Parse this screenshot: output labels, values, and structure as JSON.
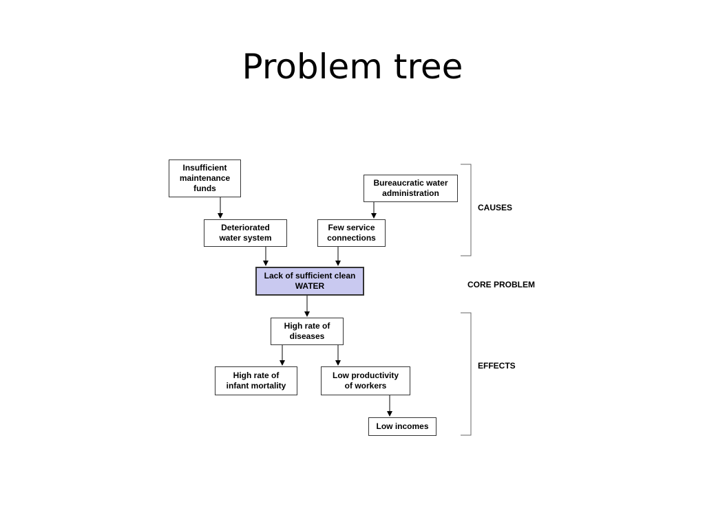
{
  "slide": {
    "title": "Problem tree"
  },
  "diagram": {
    "boxes": {
      "insufficient_funds": "Insufficient\nmaintenance\nfunds",
      "bureaucratic_admin": "Bureaucratic water\nadministration",
      "deteriorated_system": "Deteriorated\nwater system",
      "few_connections": "Few service\nconnections",
      "core_problem": "Lack of sufficient clean\nWATER",
      "high_diseases": "High rate of\ndiseases",
      "infant_mortality": "High rate of\ninfant mortality",
      "low_productivity": "Low productivity\nof workers",
      "low_incomes": "Low incomes"
    },
    "labels": {
      "causes": "CAUSES",
      "core_problem": "CORE PROBLEM",
      "effects": "EFFECTS"
    },
    "core_color": "#c9c9f0"
  }
}
